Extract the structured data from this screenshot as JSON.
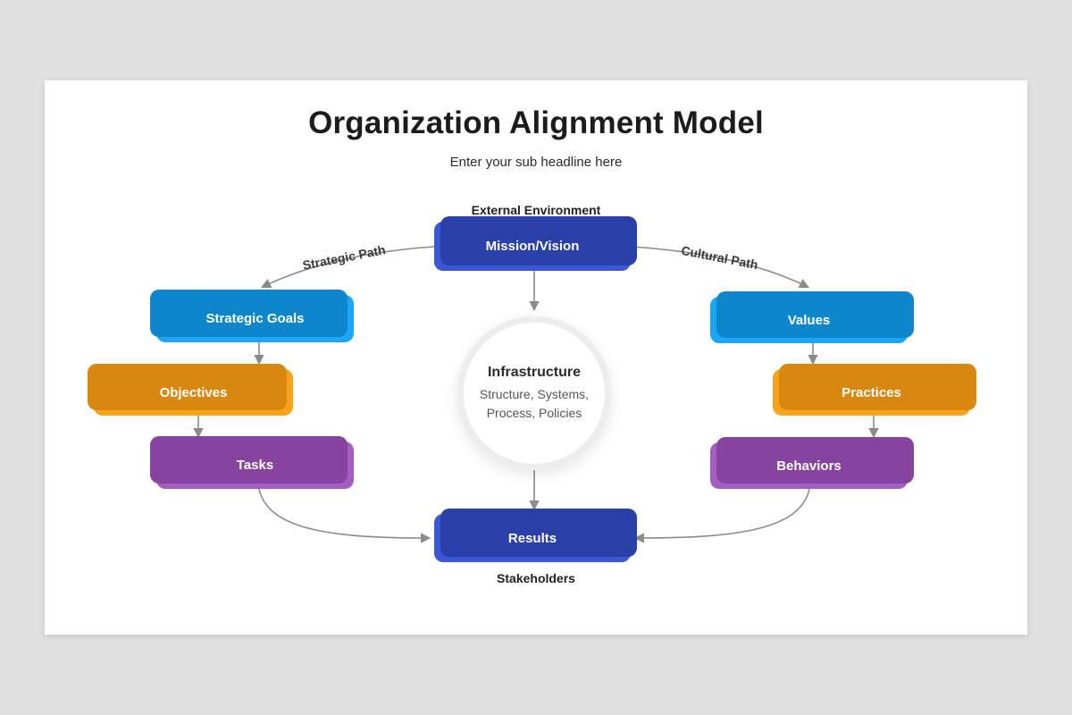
{
  "slide": {
    "title": "Organization Alignment Model",
    "subtitle": "Enter your sub headline here",
    "labels": {
      "external_environment": "External Environment",
      "stakeholders": "Stakeholders",
      "strategic_path": "Strategic Path",
      "cultural_path": "Cultural Path"
    },
    "center_circle": {
      "title": "Infrastructure",
      "line1": "Structure, Systems,",
      "line2": "Process, Policies"
    },
    "nodes": {
      "mission": "Mission/Vision",
      "strategic_goals": "Strategic Goals",
      "objectives": "Objectives",
      "tasks": "Tasks",
      "values": "Values",
      "practices": "Practices",
      "behaviors": "Behaviors",
      "results": "Results"
    },
    "colors": {
      "royal_blue": "#3a57d6",
      "light_blue": "#1ba7f5",
      "orange": "#f7a41c",
      "purple": "#a45ec2",
      "arrow_gray": "#8a8a8a"
    }
  }
}
